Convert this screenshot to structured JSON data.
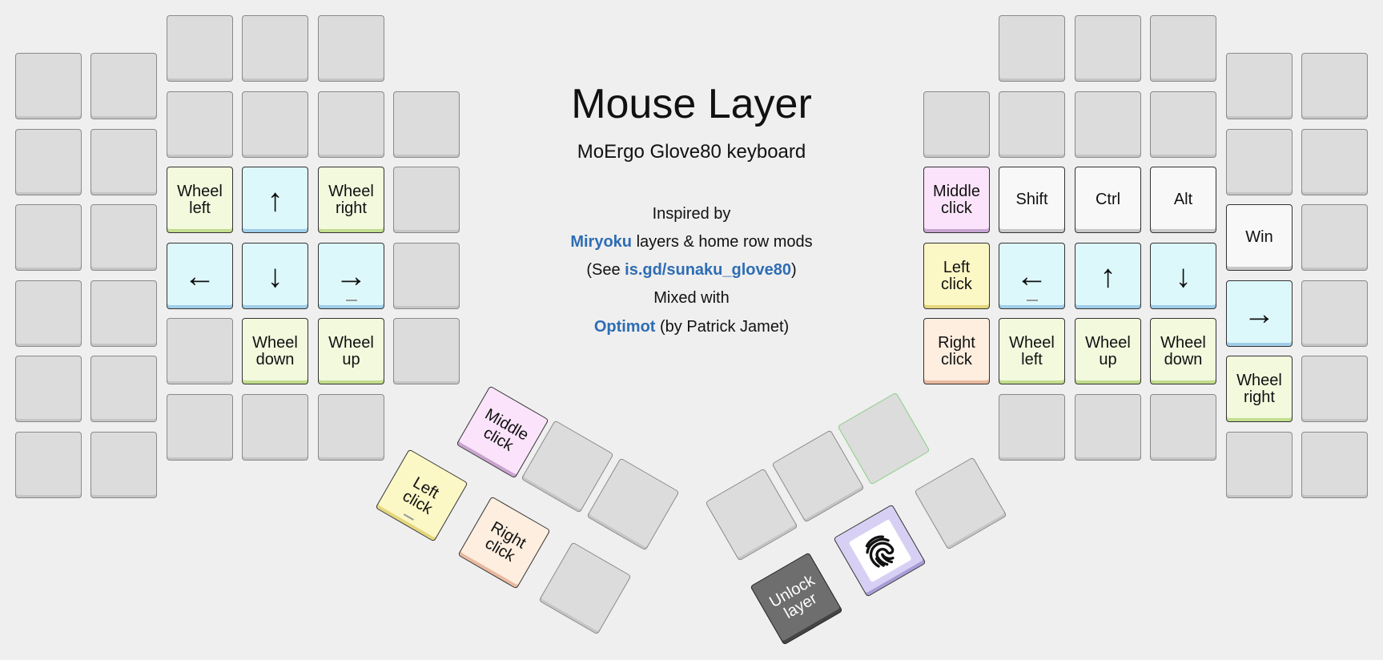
{
  "title": "Mouse Layer",
  "subtitle": "MoErgo Glove80 keyboard",
  "info": {
    "inspired": "Inspired by",
    "miryoku_link": "Miryoku",
    "miryoku_rest": " layers & home row mods",
    "see_open": "(See ",
    "see_link": "is.gd/sunaku_glove80",
    "see_close": ")",
    "mixed": "Mixed with",
    "optimot_link": "Optimot",
    "optimot_rest": " (by Patrick Jamet)"
  },
  "keys": {
    "wheel_left": "Wheel\nleft",
    "wheel_right": "Wheel\nright",
    "wheel_up": "Wheel\nup",
    "wheel_down": "Wheel\ndown",
    "up": "↑",
    "down": "↓",
    "left": "←",
    "right": "→",
    "middle_click": "Middle\nclick",
    "left_click": "Left\nclick",
    "right_click": "Right\nclick",
    "shift": "Shift",
    "ctrl": "Ctrl",
    "alt": "Alt",
    "win": "Win",
    "unlock_layer": "Unlock\nlayer"
  },
  "icons": {
    "fingerprint": "fingerprint-icon"
  },
  "colors": {
    "background": "#efefef",
    "blank_key": "#dcdcdc",
    "wheel_key": "#f2f9dd",
    "arrow_key": "#ddf8fb",
    "left_click_key": "#fcf8c6",
    "middle_click_key": "#fbe4fb",
    "right_click_key": "#fdeedf",
    "modifier_key": "#f8f8f8",
    "unlock_key": "#6e6e6e",
    "fingerprint_key": "#d8d0f4",
    "link": "#2e6db4"
  }
}
